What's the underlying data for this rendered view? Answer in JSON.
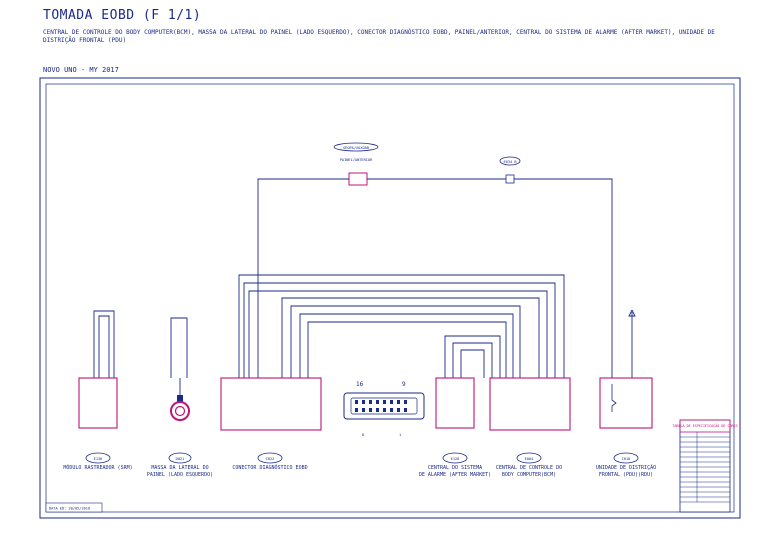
{
  "header": {
    "title": "TOMADA EOBD (F 1/1)",
    "subtitle": "CENTRAL DE CONTROLE DO BODY COMPUTER(BCM), MASSA  DA LATERAL DO PAINEL (LADO ESQUERDO), CONECTOR DIAGNÓSTICO EOBD, PAINEL/ANTERIOR, CENTRAL DO SISTEMA DE ALARME (AFTER MARKET), UNIDADE DE DISTRIÇÃO FRONTAL (PDU)",
    "model": "NOVO UNO - MY 2017"
  },
  "connectors": {
    "top_connector_code": "SEOPA/XOXOAB",
    "top_connector_location": "PAINEL/ANTERIOR",
    "top_splice_code": "E034 B"
  },
  "components": [
    {
      "id": "e136",
      "code": "E136",
      "label_line1": "MÓDULO RASTREADOR (SRM)",
      "label_line2": ""
    },
    {
      "id": "d021",
      "code": "D021",
      "label_line1": "MASSA  DA LATERAL DO",
      "label_line2": "PAINEL (LADO ESQUERDO)"
    },
    {
      "id": "c022",
      "code": "C022",
      "label_line1": "CONECTOR DIAGNÓSTICO EOBD",
      "label_line2": ""
    },
    {
      "id": "e126",
      "code": "E126",
      "label_line1": "CENTRAL DO SISTEMA",
      "label_line2": "DE ALARME (AFTER MARKET)"
    },
    {
      "id": "e004",
      "code": "E004",
      "label_line1": "CENTRAL DE CONTROLE DO",
      "label_line2": "BODY COMPUTER(BCM)"
    },
    {
      "id": "c010",
      "code": "C010",
      "label_line1": "UNIDADE DE DISTRIÇÃO",
      "label_line2": "FRONTAL (PDU)(RDU)"
    }
  ],
  "pin_view": {
    "top_left": "16",
    "top_right": "9",
    "bottom_left": "8",
    "bottom_right": "1"
  },
  "legend_title": "TABELA DE ESPECIFICAÇÃO DE CORES",
  "footer": {
    "date": "DATA ED: 28/05/2016"
  }
}
